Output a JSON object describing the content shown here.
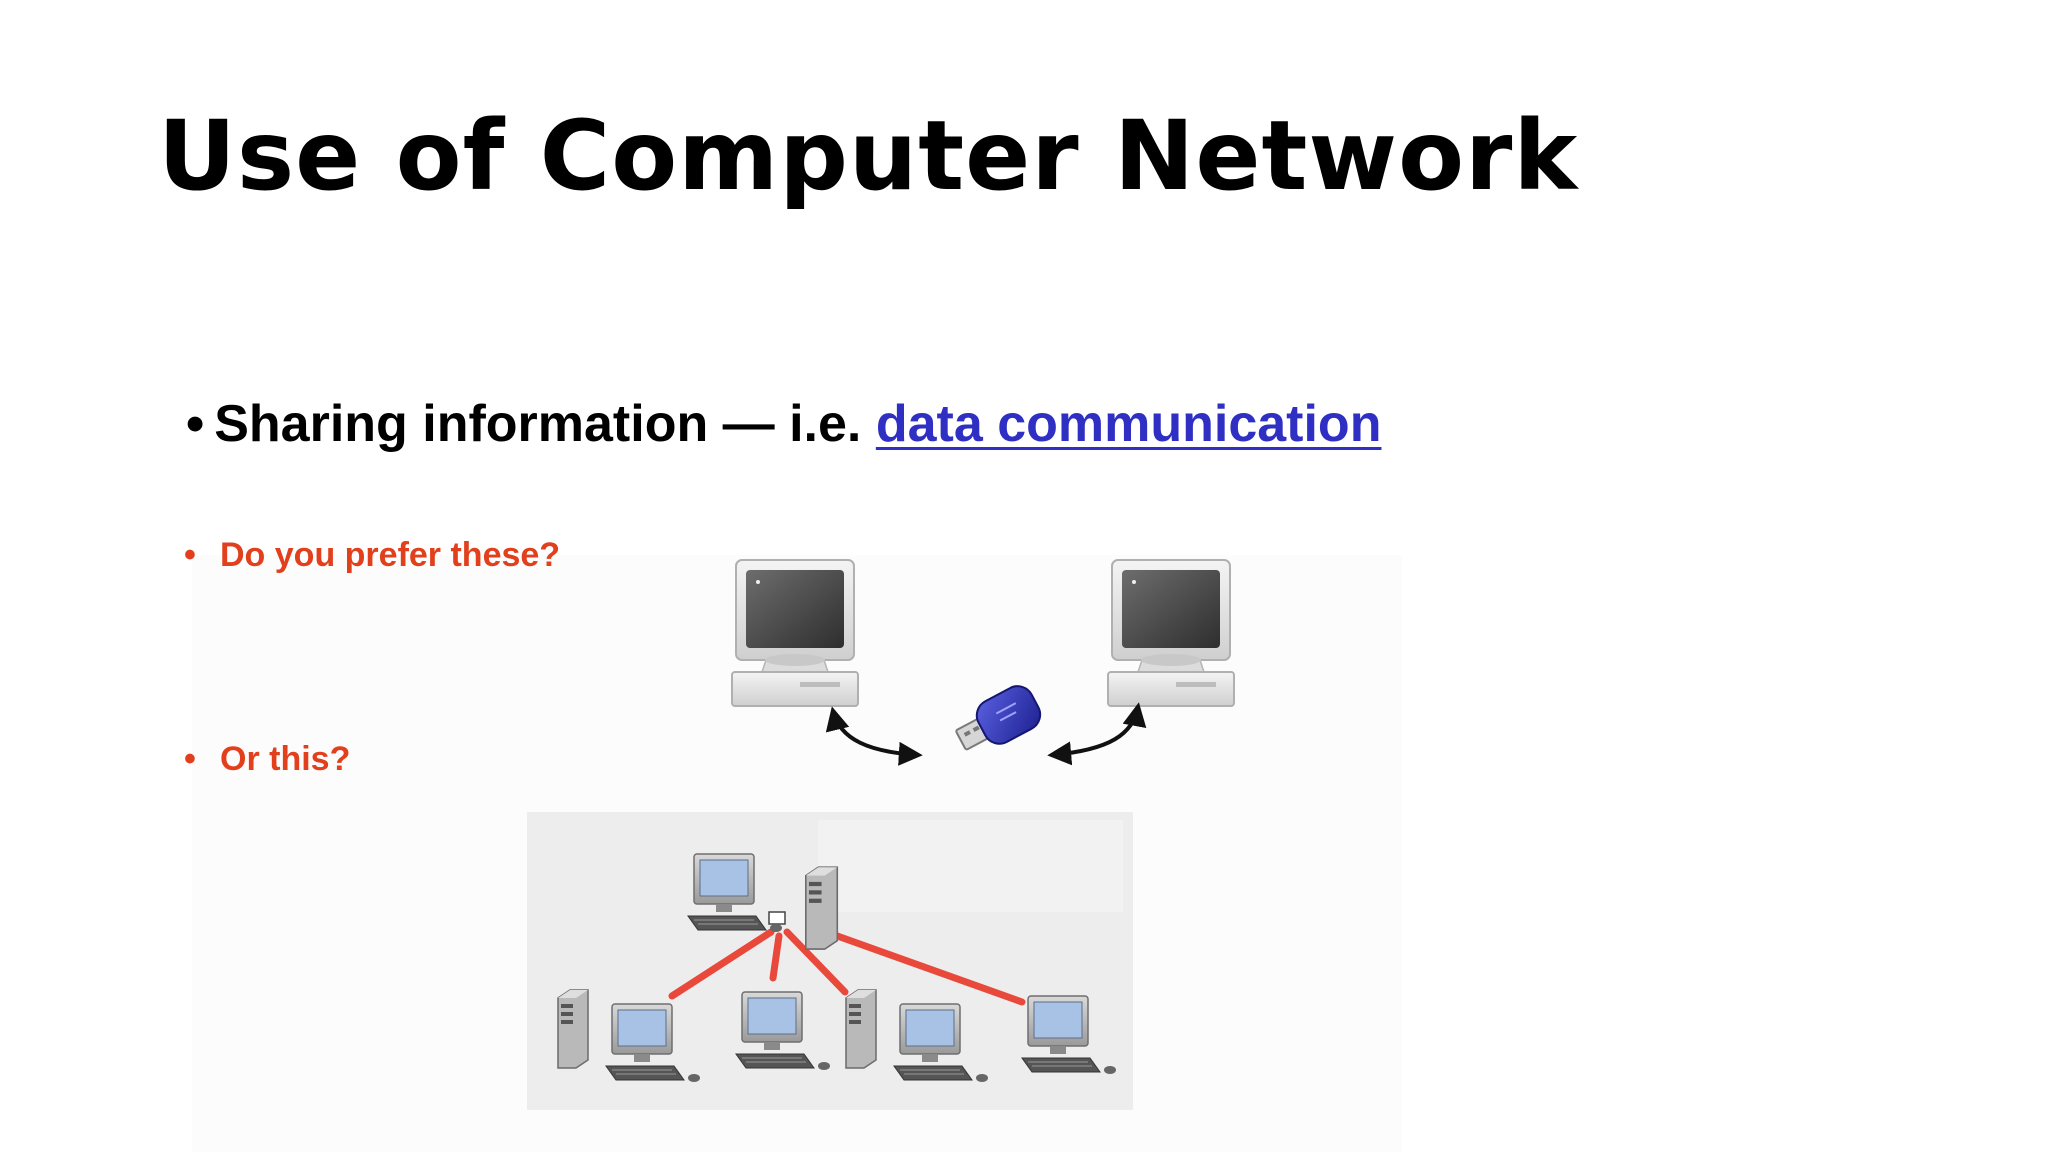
{
  "slide": {
    "title": "Use of Computer Network",
    "main_bullet": {
      "marker": "•",
      "text_prefix": "Sharing information — i.e. ",
      "link_text": "data communication"
    },
    "sub_bullets": [
      {
        "marker": "•",
        "text": "Do you prefer these?"
      },
      {
        "marker": "•",
        "text": "Or this?"
      }
    ]
  },
  "colors": {
    "title": "#000000",
    "link": "#2f2fc4",
    "sub_bullet": "#e2401c",
    "network_link": "#e8493a",
    "usb_body": "#2b2fa8"
  },
  "icons": [
    "desktop-computer-icon",
    "usb-drive-icon",
    "double-arrow-icon",
    "tower-server-icon",
    "network-workstation-icon"
  ]
}
